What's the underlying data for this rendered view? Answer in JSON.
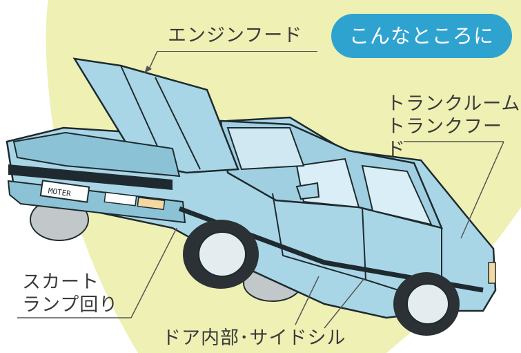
{
  "badge": "こんなところに",
  "labels": {
    "engine_hood": "エンジンフード",
    "trunk_room": "トランクルーム",
    "trunk_hood": "トランクフード",
    "skirt_lamp_line1": "スカート",
    "skirt_lamp_line2": "ランプ回り",
    "door_inner_side_sill": "ドア内部･サイドシル"
  },
  "car": {
    "plate_text": "MOTER",
    "colors": {
      "background_blob": "#eef0b4",
      "body": "#a9d6e6",
      "body_shade": "#8cc2d6",
      "window": "#d9eef6",
      "trim": "#1f2a30",
      "tire": "#2b3134",
      "wheel": "#e4ecef",
      "lamp_amber": "#f3d8a2",
      "outline": "#1e2a2e"
    }
  }
}
